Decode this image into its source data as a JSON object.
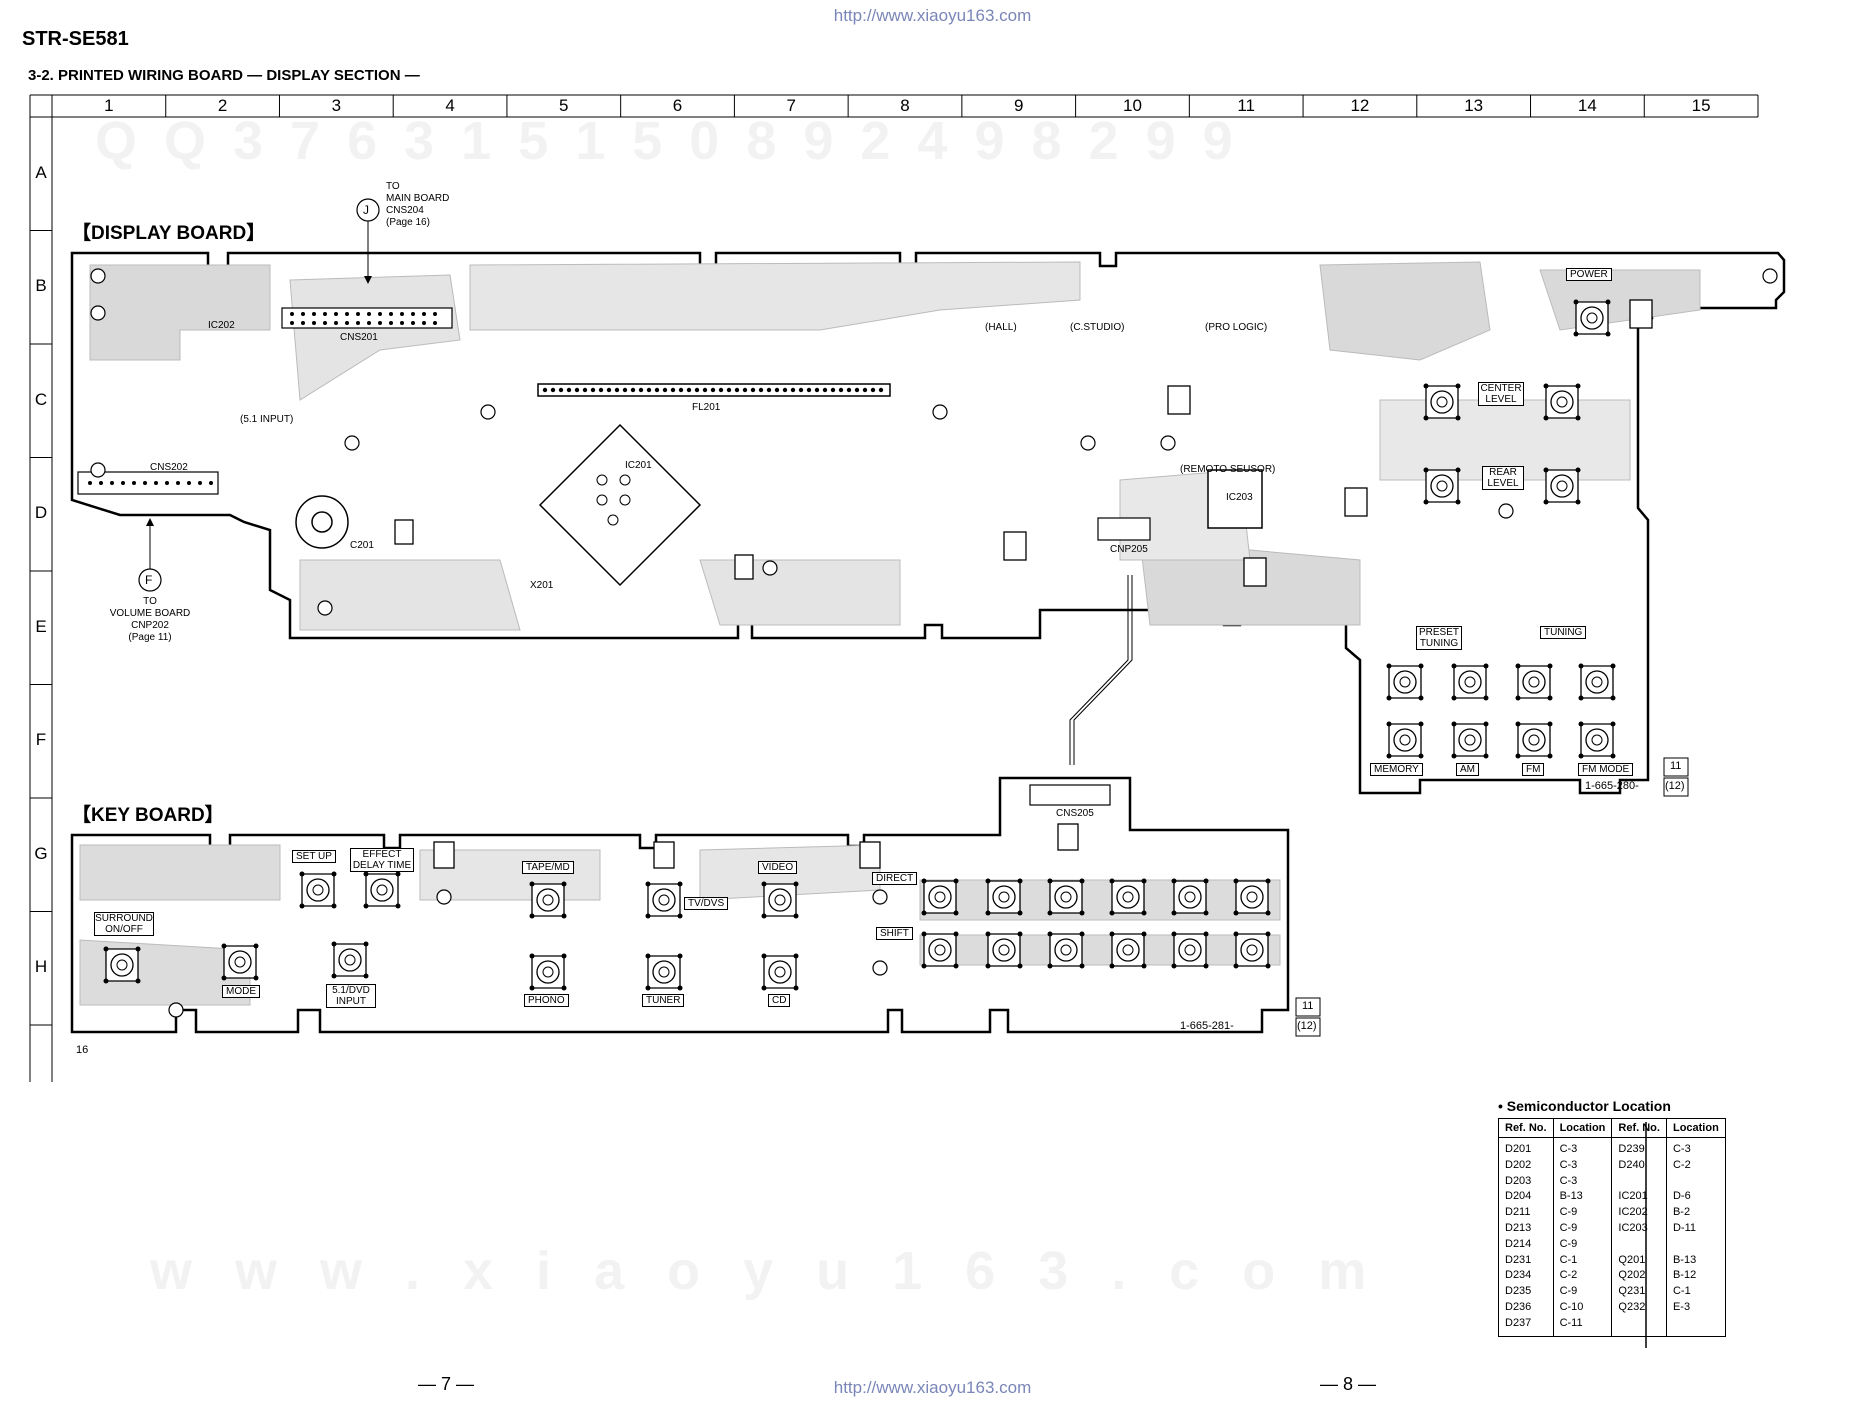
{
  "header": {
    "url_top": "http://www.xiaoyu163.com",
    "url_bottom": "http://www.xiaoyu163.com",
    "model": "STR-SE581",
    "section": "3-2.    PRINTED WIRING BOARD  — DISPLAY SECTION —"
  },
  "grid": {
    "columns": [
      "1",
      "2",
      "3",
      "4",
      "5",
      "6",
      "7",
      "8",
      "9",
      "10",
      "11",
      "12",
      "13",
      "14",
      "15"
    ],
    "rows": [
      "A",
      "B",
      "C",
      "D",
      "E",
      "F",
      "G",
      "H"
    ]
  },
  "display_board": {
    "title": "【DISPLAY BOARD】",
    "callout_j": {
      "letter": "J",
      "lines": [
        "TO",
        "MAIN BOARD",
        "CNS204",
        "(Page 16)"
      ]
    },
    "callout_f": {
      "letter": "F",
      "lines": [
        "TO",
        "VOLUME BOARD",
        "CNP202",
        "(Page 11)"
      ]
    },
    "labels": {
      "power": "POWER",
      "center_level": [
        "CENTER",
        "LEVEL"
      ],
      "rear_level": [
        "REAR",
        "LEVEL"
      ],
      "preset_tuning": [
        "PRESET",
        "TUNING"
      ],
      "tuning": "TUNING",
      "memory": "MEMORY",
      "am": "AM",
      "fm": "FM",
      "fm_mode": "FM MODE",
      "hall": "(HALL)",
      "c_studio": "(C.STUDIO)",
      "pro_logic": "(PRO LOGIC)",
      "remote_sensor": "(REMOTO SEUSOR)",
      "input51": "(5.1 INPUT)",
      "ic201": "IC201",
      "ic202": "IC202",
      "ic203": "IC203",
      "fl201": "FL201",
      "cns201": "CNS201",
      "cns202": "CNS202",
      "cnp205": "CNP205",
      "x201": "X201",
      "c201": "C201"
    },
    "part_number": "1-665-280-",
    "layer_top": "11",
    "layer_bottom": "(12)"
  },
  "key_board": {
    "title": "【KEY BOARD】",
    "labels": {
      "surround": [
        "SURROUND",
        "ON/OFF"
      ],
      "set_up": "SET UP",
      "effect": [
        "EFFECT",
        "DELAY TIME"
      ],
      "mode": "MODE",
      "input51dvd": [
        "5.1/DVD",
        "INPUT"
      ],
      "tape_md": "TAPE/MD",
      "phono": "PHONO",
      "tv_dvs": "TV/DVS",
      "tuner": "TUNER",
      "video": "VIDEO",
      "cd": "CD",
      "direct": "DIRECT",
      "shift": "SHIFT",
      "cns205": "CNS205"
    },
    "part_number": "1-665-281-",
    "layer_top": "11",
    "layer_bottom": "(12)",
    "corner_num": "16"
  },
  "semiconductor": {
    "title": "• Semiconductor Location",
    "headers": [
      "Ref. No.",
      "Location",
      "Ref. No.",
      "Location"
    ],
    "col1_ref": [
      "D201",
      "D202",
      "D203",
      "D204",
      "D211",
      "D213",
      "D214",
      "D231",
      "D234",
      "D235",
      "D236",
      "D237"
    ],
    "col1_loc": [
      "C-3",
      "C-3",
      "C-3",
      "B-13",
      "C-9",
      "C-9",
      "C-9",
      "C-1",
      "C-2",
      "C-9",
      "C-10",
      "C-11"
    ],
    "col2_ref": [
      "D239",
      "D240",
      "",
      "IC201",
      "IC202",
      "IC203",
      "",
      "Q201",
      "Q202",
      "Q231",
      "Q232",
      ""
    ],
    "col2_loc": [
      "C-3",
      "C-2",
      "",
      "D-6",
      "B-2",
      "D-11",
      "",
      "B-13",
      "B-12",
      "C-1",
      "E-3",
      ""
    ]
  },
  "footer": {
    "page_left": "— 7 —",
    "page_right": "— 8 —"
  },
  "watermark": {
    "row1": "Q Q  3 7 6 3 1 5 1 5 0        8 9 2 4 9 8 2 9 9",
    "row2": "w w w . x i a o y u 1 6 3 . c o m"
  }
}
